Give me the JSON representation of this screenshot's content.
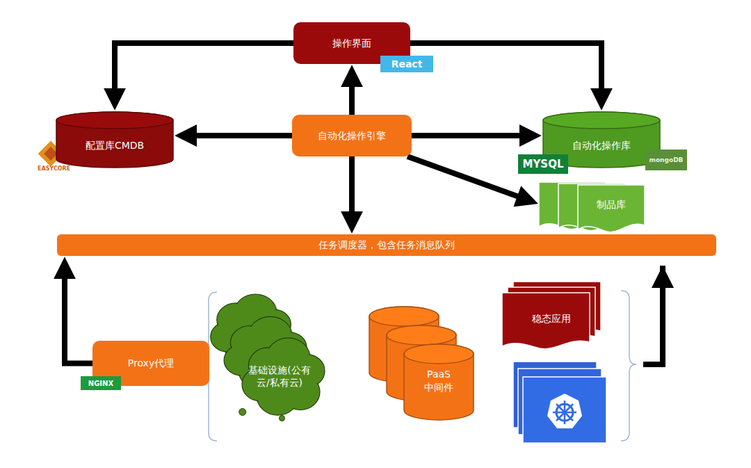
{
  "diagram": {
    "nodes": [
      {
        "text": [
          "操作界面"
        ]
      },
      {
        "text": [
          "配置库CMDB"
        ]
      },
      {
        "text": [
          "自动化操作引擎"
        ]
      },
      {
        "text": [
          "自动化操作库"
        ]
      },
      {
        "text": [
          "制品库"
        ]
      },
      {
        "text": [
          "任务调度器，包含任务消息队列"
        ]
      },
      {
        "text": [
          "Proxy代理"
        ]
      },
      {
        "text": [
          "基础设施(公有云/私有云)"
        ]
      },
      {
        "text": [
          "PaaS中间件"
        ]
      },
      {
        "text": [
          "稳态应用"
        ]
      }
    ],
    "edges": [
      {
        "from": 2,
        "to": 0,
        "arrow": "to"
      },
      {
        "from": 0,
        "to": 1,
        "arrow": "to"
      },
      {
        "from": 0,
        "to": 3,
        "arrow": "to"
      },
      {
        "from": 2,
        "to": 1,
        "arrow": "to"
      },
      {
        "from": 2,
        "to": 3,
        "arrow": "to"
      },
      {
        "from": 2,
        "to": 4,
        "arrow": "to"
      },
      {
        "from": 2,
        "to": 5,
        "arrow": "to"
      },
      {
        "from": 6,
        "to": 5,
        "arrow": "to"
      }
    ],
    "labels": [
      "React",
      "EASYCORE",
      "MYSQL",
      "mongoDB",
      "NGINX"
    ]
  }
}
